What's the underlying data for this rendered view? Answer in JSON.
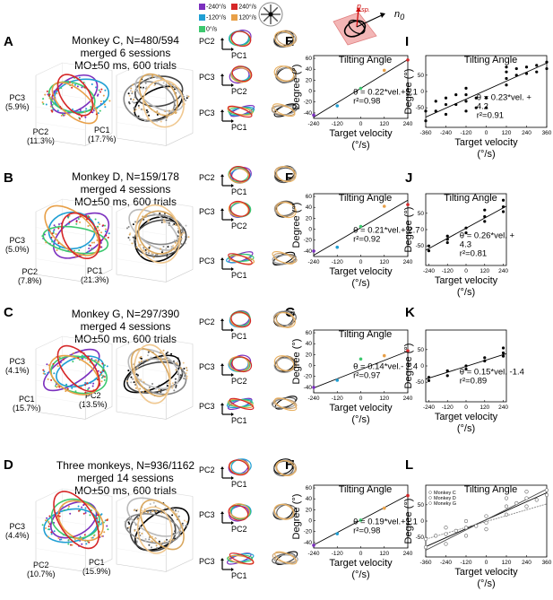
{
  "panels": {
    "A": {
      "label": "A",
      "title": [
        "Monkey C, N=480/594",
        "merged 6 sessions",
        "MO±50 ms, 600 trials"
      ],
      "pc3": [
        "PC3",
        "(5.9%)"
      ],
      "pc2": [
        "PC2",
        "(11.3%)"
      ],
      "pc1": [
        "PC1",
        "(17.7%)"
      ]
    },
    "B": {
      "label": "B",
      "title": [
        "Monkey D, N=159/178",
        "merged 4 sessions",
        "MO±50 ms, 600 trials"
      ],
      "pc3": [
        "PC3",
        "(5.0%)"
      ],
      "pc2": [
        "PC2",
        "(7.8%)"
      ],
      "pc1": [
        "PC1",
        "(21.3%)"
      ]
    },
    "C": {
      "label": "C",
      "title": [
        "Monkey G, N=297/390",
        "merged 4 sessions",
        "MO±50 ms, 600 trials"
      ],
      "pc3": [
        "PC3",
        "(4.1%)"
      ],
      "pc2": [
        "PC2",
        "(13.5%)"
      ],
      "pc1": [
        "PC1",
        "(15.7%)"
      ]
    },
    "D": {
      "label": "D",
      "title": [
        "Three monkeys, N=936/1162",
        "merged 14 sessions",
        "MO±50 ms, 600 trials"
      ],
      "pc3": [
        "PC3",
        "(4.4%)"
      ],
      "pc2": [
        "PC2",
        "(10.7%)"
      ],
      "pc1": [
        "PC1",
        "(15.9%)"
      ]
    }
  },
  "legend": [
    {
      "label": "-240°/s",
      "color": "#7b2fbe"
    },
    {
      "label": "240°/s",
      "color": "#d62728"
    },
    {
      "label": "-120°/s",
      "color": "#1f9fd4"
    },
    {
      "label": "120°/s",
      "color": "#e8a048"
    },
    {
      "label": "0°/s",
      "color": "#3cc86e"
    }
  ],
  "inset": {
    "n_sp": "n",
    "n_sp_sub": "sp.",
    "n0": "n",
    "n0_sub": "0"
  },
  "projections": {
    "pc2_pc1": [
      "PC2",
      "PC1"
    ],
    "pc3_pc2": [
      "PC3",
      "PC2"
    ],
    "pc3_pc1": [
      "PC3",
      "PC1"
    ]
  },
  "common": {
    "ylabel": "Degree (°)",
    "xlabel": [
      "Target velocity",
      "(°/s)"
    ],
    "title": "Tilting Angle"
  },
  "colors": {
    "v-240": "#7b2fbe",
    "v-120": "#1f9fd4",
    "v0": "#3cc86e",
    "v120": "#e8a048",
    "v240": "#d62728"
  },
  "chart_data": [
    {
      "id": "E",
      "type": "scatter",
      "title": "Tilting Angle",
      "xlabel": "Target velocity (°/s)",
      "ylabel": "Degree (°)",
      "xticks": [
        "-240",
        "-120",
        "0",
        "120",
        "240"
      ],
      "yticks": [
        "-40",
        "-20",
        "0",
        "20",
        "40",
        "60"
      ],
      "xlim": [
        -240,
        240
      ],
      "ylim": [
        -50,
        65
      ],
      "x": [
        -240,
        -120,
        0,
        120,
        240
      ],
      "y": [
        -44,
        -27,
        5,
        38,
        57
      ],
      "fit": {
        "slope": 0.22,
        "intercept": 5.1
      },
      "annotation": [
        "θ = 0.22*vel.+5.1",
        "r²=0.98"
      ]
    },
    {
      "id": "F",
      "type": "scatter",
      "title": "Tilting Angle",
      "xlabel": "Target velocity (°/s)",
      "ylabel": "Degree (°)",
      "xticks": [
        "-240",
        "-120",
        "0",
        "120",
        "240"
      ],
      "yticks": [
        "-40",
        "-20",
        "0",
        "20",
        "40",
        "60"
      ],
      "xlim": [
        -240,
        240
      ],
      "ylim": [
        -50,
        65
      ],
      "x": [
        -240,
        -120,
        0,
        120,
        240
      ],
      "y": [
        -40,
        -33,
        5,
        42,
        45
      ],
      "fit": {
        "slope": 0.21,
        "intercept": 2.7
      },
      "annotation": [
        "θ = 0.21*vel.+ 2.7",
        "r²=0.92"
      ]
    },
    {
      "id": "G",
      "type": "scatter",
      "title": "Tilting Angle",
      "xlabel": "Target velocity (°/s)",
      "ylabel": "Degree (°)",
      "xticks": [
        "-240",
        "-120",
        "0",
        "120",
        "240"
      ],
      "yticks": [
        "-40",
        "-20",
        "0",
        "20",
        "40",
        "60"
      ],
      "xlim": [
        -240,
        240
      ],
      "ylim": [
        -50,
        65
      ],
      "x": [
        -240,
        -120,
        0,
        120,
        240
      ],
      "y": [
        -40,
        -27,
        12,
        18,
        27
      ],
      "fit": {
        "slope": 0.14,
        "intercept": -7.4
      },
      "annotation": [
        "θ = 0.14*vel.- 7.4",
        "r²=0.97"
      ]
    },
    {
      "id": "H",
      "type": "scatter",
      "title": "Tilting Angle",
      "xlabel": "Target velocity (°/s)",
      "ylabel": "Degree (°)",
      "xticks": [
        "-240",
        "-120",
        "0",
        "120",
        "240"
      ],
      "yticks": [
        "-40",
        "-20",
        "0",
        "20",
        "40",
        "60"
      ],
      "xlim": [
        -240,
        240
      ],
      "ylim": [
        -50,
        65
      ],
      "x": [
        -240,
        -120,
        0,
        120,
        240
      ],
      "y": [
        -45,
        -24,
        1,
        23,
        46
      ],
      "fit": {
        "slope": 0.19,
        "intercept": 1.1
      },
      "annotation": [
        "θ = 0.19*vel.+1.1",
        "r²=0.98"
      ]
    },
    {
      "id": "I",
      "type": "scatter",
      "title": "Tilting Angle",
      "xlabel": "Target velocity (°/s)",
      "ylabel": "Degree (°)",
      "xticks": [
        "-360",
        "-240",
        "-120",
        "0",
        "120",
        "240",
        "360"
      ],
      "yticks": [
        "-50",
        "0",
        "50"
      ],
      "xlim": [
        -360,
        360
      ],
      "ylim": [
        -110,
        110
      ],
      "x": [
        -360,
        -360,
        -300,
        -300,
        -240,
        -240,
        -240,
        -180,
        -180,
        -120,
        -120,
        -120,
        -120,
        -60,
        -60,
        0,
        0,
        120,
        120,
        120,
        120,
        180,
        180,
        240,
        240,
        300,
        300,
        360,
        360
      ],
      "y": [
        -60,
        -90,
        -30,
        -60,
        -70,
        -40,
        -20,
        -40,
        -10,
        -60,
        -30,
        -10,
        10,
        -20,
        -50,
        -20,
        -50,
        20,
        40,
        60,
        75,
        50,
        70,
        55,
        75,
        60,
        80,
        70,
        90
      ],
      "fit": {
        "slope": 0.23,
        "intercept": 4.2
      },
      "annotation": [
        "θ = 0.23*vel. +",
        "4.2",
        "r²=0.91"
      ]
    },
    {
      "id": "J",
      "type": "scatter",
      "title": "Tilting Angle",
      "xlabel": "Target velocity (°/s)",
      "ylabel": "Degree (°)",
      "xticks": [
        "-240",
        "-120",
        "0",
        "120",
        "240"
      ],
      "yticks": [
        "-50",
        "0",
        "50"
      ],
      "xlim": [
        -260,
        260
      ],
      "ylim": [
        -110,
        110
      ],
      "x": [
        -240,
        -240,
        -120,
        -120,
        -120,
        0,
        0,
        120,
        120,
        120,
        240,
        240,
        240
      ],
      "y": [
        -65,
        -50,
        -40,
        -30,
        -20,
        -10,
        5,
        25,
        40,
        60,
        55,
        70,
        90
      ],
      "fit": {
        "slope": 0.26,
        "intercept": 4.3
      },
      "annotation": [
        "θ = 0.26*vel. +",
        "4.3",
        "r²=0.81"
      ]
    },
    {
      "id": "K",
      "type": "scatter",
      "title": "",
      "xlabel": "Target velocity (°/s)",
      "ylabel": "Degree (°)",
      "xticks": [
        "-240",
        "-120",
        "0",
        "120",
        "240"
      ],
      "yticks": [
        "-50",
        "0",
        "50"
      ],
      "xlim": [
        -260,
        260
      ],
      "ylim": [
        -110,
        110
      ],
      "x": [
        -240,
        -240,
        -120,
        -120,
        0,
        0,
        120,
        120,
        240,
        240,
        240
      ],
      "y": [
        -45,
        -35,
        -30,
        -15,
        -10,
        0,
        15,
        25,
        30,
        40,
        55
      ],
      "fit": {
        "slope": 0.15,
        "intercept": -1.4
      },
      "annotation": [
        "θ = 0.15*vel. -1.4",
        "r²=0.89"
      ]
    },
    {
      "id": "L",
      "type": "scatter",
      "title": "Tilting Angle",
      "xlabel": "Target velocity (°/s)",
      "ylabel": "Degree (°)",
      "xticks": [
        "-360",
        "-240",
        "-120",
        "0",
        "120",
        "240",
        "360"
      ],
      "yticks": [
        "-50",
        "0",
        "50"
      ],
      "xlim": [
        -360,
        360
      ],
      "ylim": [
        -110,
        110
      ],
      "legend": [
        "Monkey C",
        "Monkey D",
        "Moneky G"
      ],
      "x": [
        -360,
        -360,
        -300,
        -240,
        -240,
        -240,
        -180,
        -120,
        -120,
        -120,
        -60,
        0,
        0,
        0,
        120,
        120,
        120,
        180,
        240,
        240,
        240,
        300,
        360,
        360
      ],
      "y": [
        -80,
        -55,
        -45,
        -70,
        -40,
        -20,
        -30,
        -45,
        -20,
        0,
        -15,
        -25,
        -5,
        15,
        20,
        45,
        70,
        55,
        45,
        70,
        90,
        65,
        80,
        95
      ],
      "fits": [
        {
          "slope": 0.23,
          "intercept": 4.2
        },
        {
          "slope": 0.26,
          "intercept": 4.3
        },
        {
          "slope": 0.15,
          "intercept": -1.4
        }
      ]
    }
  ]
}
